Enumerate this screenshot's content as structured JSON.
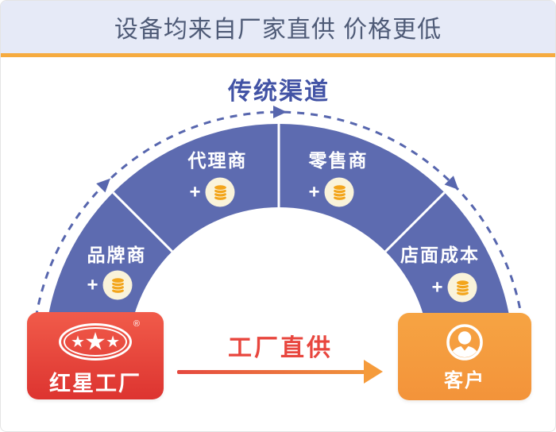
{
  "header": {
    "title": "设备均来自厂家直供 价格更低"
  },
  "diagram": {
    "title": "传统渠道",
    "segments": [
      {
        "label": "品牌商",
        "plus": "+"
      },
      {
        "label": "代理商",
        "plus": "+"
      },
      {
        "label": "零售商",
        "plus": "+"
      },
      {
        "label": "店面成本",
        "plus": "+"
      }
    ],
    "factory": {
      "name": "红星工厂",
      "registered_mark": "®",
      "star": "★"
    },
    "customer": {
      "name": "客户"
    },
    "direct_arrow_label": "工厂直供"
  },
  "icons": {
    "coin_stack": "coin-stack-icon",
    "person": "person-icon",
    "star": "star-icon",
    "flow_arrow": "flow-arrow-icon"
  },
  "colors": {
    "header_bg": "#E6EAF7",
    "header_text": "#4F5B77",
    "header_underline": "#F6AB3F",
    "diagram_title": "#4253A5",
    "ring_blue": "#5D6BB0",
    "dashed_path": "#5766AE",
    "coin_badge_bg": "#FAF3DA",
    "coin_gold": "#F3A51B",
    "factory_red_top": "#F15B4A",
    "factory_red_bottom": "#DD3430",
    "customer_orange": "#F59C3E",
    "direct_label_red": "#E8463E",
    "arrow_gradient_start": "#E5483F",
    "arrow_gradient_end": "#F59B3B"
  }
}
